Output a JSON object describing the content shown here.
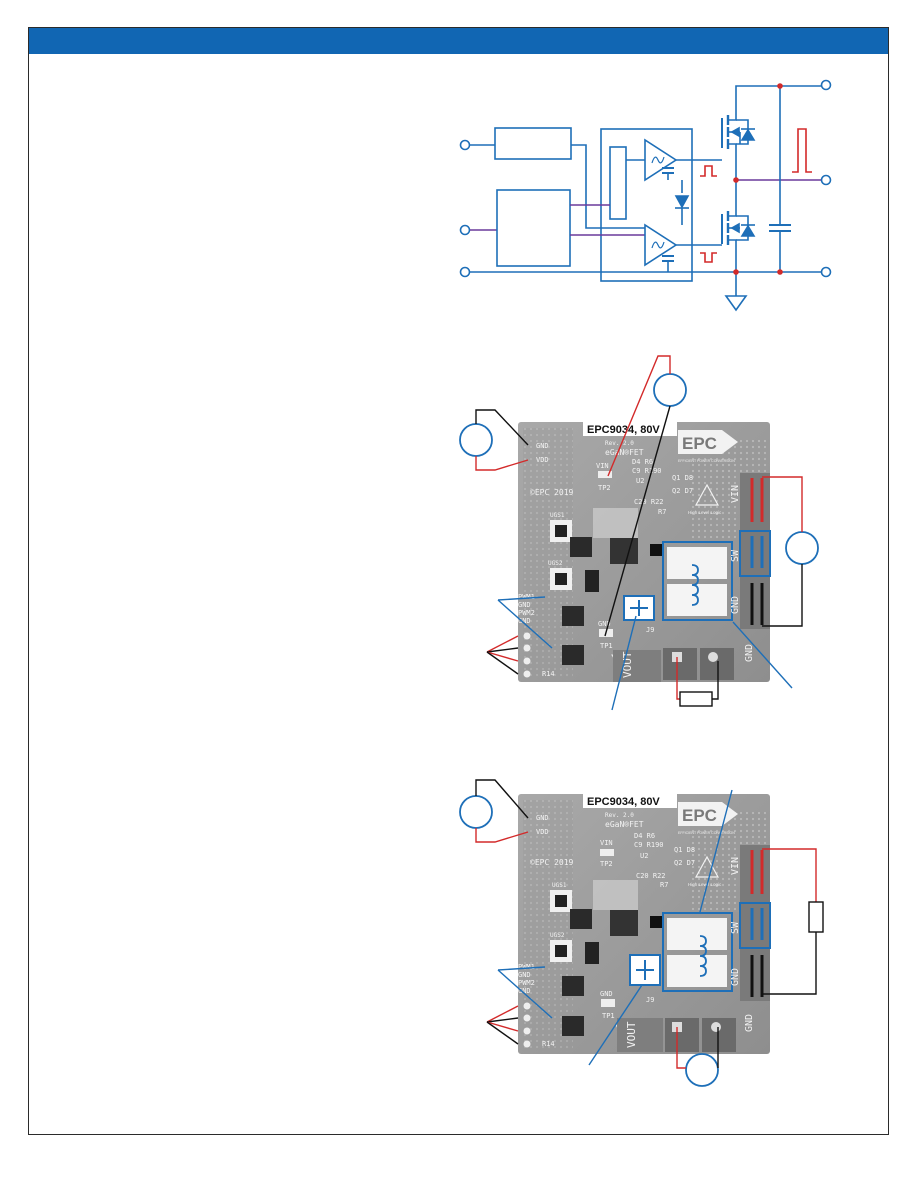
{
  "header": {
    "color": "#1166b3"
  },
  "colors": {
    "schematic_blue": "#1e6fb8",
    "wire_red": "#d32a2a",
    "wire_black": "#111111",
    "pcb_gray": "#9c9c9c",
    "signal_purple": "#6a3a9c"
  },
  "board1": {
    "title": "EPC9034, 80V",
    "rev": "Rev. 2.0",
    "fet": "eGaN®FET",
    "year": "©EPC 2019",
    "vin_terminal": "VIN",
    "sw_terminal": "SW",
    "gnd_terminal": "GND",
    "vout_terminal": "VOUT",
    "gnd_bottom": "GND",
    "pwm1": "PWM1",
    "gnd_a": "GND",
    "pwm2": "PWM2",
    "gnd_b": "GND",
    "tp2": "TP2",
    "tp1": "TP1",
    "vin_small": "VIN",
    "gnd_small": "GND",
    "gnd_top": "GND",
    "vdd_top": "VDD",
    "j9": "J9",
    "r14": "R14",
    "ugs1": "UGS1",
    "ugs2": "UGS2",
    "refs_a": "D4  R6",
    "refs_b": "C9 R190",
    "refs_c": "U2",
    "refs_d": "C20 R22",
    "refs_e": "R7",
    "refs_f": "Q1   D8",
    "refs_g": "Q2   D7",
    "high_voltage": "High Level Logic"
  },
  "board2": {
    "title": "EPC9034, 80V",
    "rev": "Rev. 2.0",
    "fet": "eGaN®FET",
    "year": "©EPC 2019",
    "vin_terminal": "VIN",
    "sw_terminal": "SW",
    "gnd_terminal": "GND",
    "vout_terminal": "VOUT",
    "gnd_bottom": "GND",
    "pwm1": "PWM1",
    "gnd_a": "GND",
    "pwm2": "PWM2",
    "gnd_b": "GND",
    "tp2": "TP2",
    "tp1": "TP1",
    "vin_small": "VIN",
    "gnd_small": "GND",
    "gnd_top": "GND",
    "vdd_top": "VDD",
    "j9": "J9",
    "r14": "R14",
    "ugs1": "UGS1",
    "ugs2": "UGS2",
    "refs_a": "D4  R6",
    "refs_b": "C9 R190",
    "refs_c": "U2",
    "refs_d": "C20 R22",
    "refs_e": "R7",
    "refs_f": "Q1   D8",
    "refs_g": "Q2   D7",
    "high_voltage": "High Level Logic"
  },
  "logo": {
    "text": "EPC",
    "tagline": "EFFICIENT POWER CONVERSION"
  }
}
